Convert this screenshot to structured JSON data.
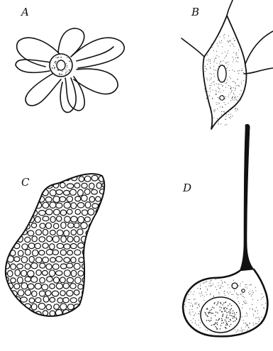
{
  "figure": {
    "panels": [
      {
        "id": "A",
        "label": "A",
        "subject": "radiating-petal-cell"
      },
      {
        "id": "B",
        "label": "B",
        "subject": "stellate-cell"
      },
      {
        "id": "C",
        "label": "C",
        "subject": "vacuolated-cell"
      },
      {
        "id": "D",
        "label": "D",
        "subject": "cell-with-long-process"
      }
    ],
    "colors": {
      "ink": "#111111",
      "background": "#ffffff"
    }
  }
}
